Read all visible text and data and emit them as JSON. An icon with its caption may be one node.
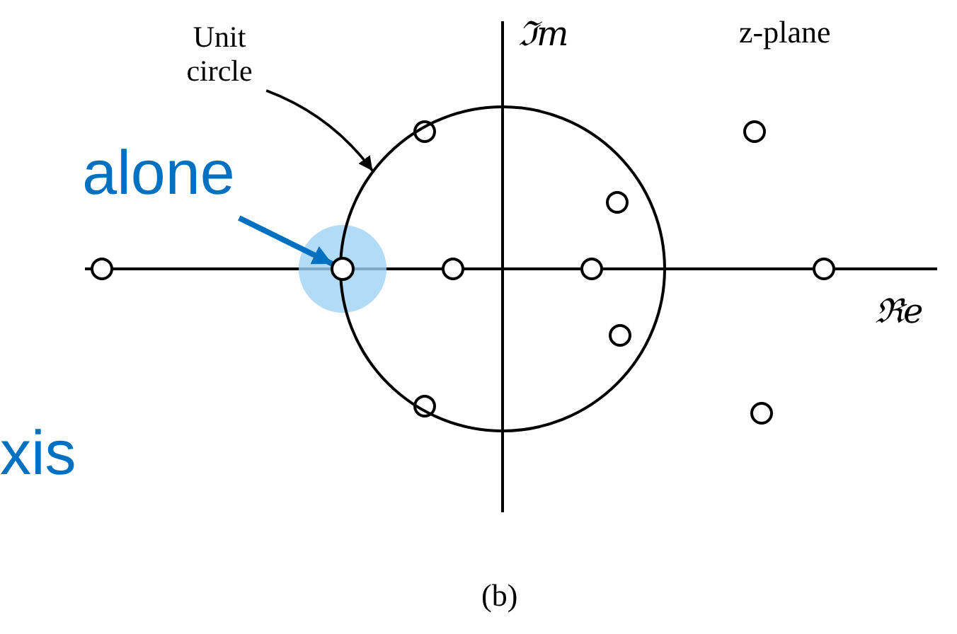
{
  "diagram": {
    "caption": "(b)",
    "nodes": [
      {
        "text": [
          "Unit circle"
        ]
      },
      {
        "text": [],
        "shape": "circle"
      },
      {
        "text": [
          "alone"
        ]
      },
      {
        "text": [],
        "shape": "circle"
      }
    ],
    "edges": [
      {
        "from": 0,
        "to": 1,
        "arrow": "to"
      },
      {
        "from": 2,
        "to": 3,
        "arrow": "to",
        "style": "thick",
        "color": "#0070c0"
      }
    ],
    "labels": [
      "ℑm",
      "z-plane",
      "ℜe",
      "xis"
    ]
  }
}
